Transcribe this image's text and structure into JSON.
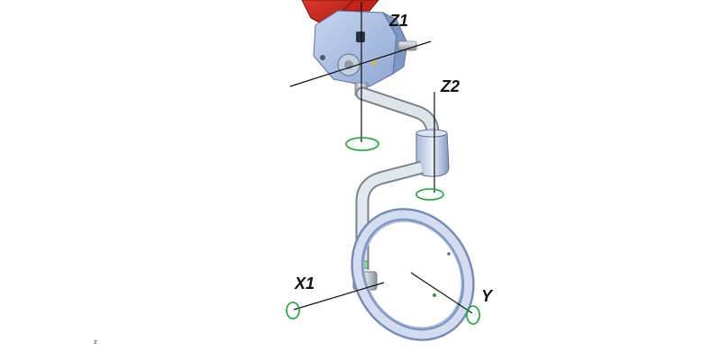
{
  "labels": {
    "z1": "Z1",
    "z2": "Z2",
    "x1": "X1",
    "y": "Y",
    "corner": "z"
  },
  "colors": {
    "background": "#ffffff",
    "robot_arm_red": "#d42a1e",
    "bracket_blue": "#a8bfe3",
    "bracket_shadow": "#7f97c4",
    "tube_grey": "#c9ced6",
    "ring_outer": "#8ea6cf",
    "ring_inner": "#d6e0f1",
    "axis_line": "#111111",
    "rotation_marker_green": "#19a33a",
    "corner_mark_blue": "#1f3fa8"
  },
  "icons": {
    "rotation_marker": "green-ellipse-rotation-marker"
  }
}
